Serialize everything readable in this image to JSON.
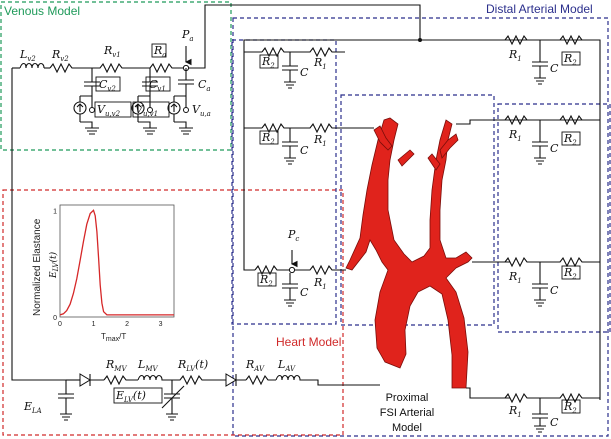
{
  "regions": {
    "venous": {
      "title": "Venous Model",
      "color": "#1f9a5a"
    },
    "distal": {
      "title": "Distal Arterial Model",
      "color": "#2b2f8c"
    },
    "heart": {
      "title": "Heart Model",
      "color": "#d02a2a"
    },
    "proximal": {
      "lines": [
        "Proximal",
        "FSI Arterial",
        "Model"
      ]
    }
  },
  "labels": {
    "Lv2": "L",
    "Lv2_sub": "v2",
    "Rv2": "R",
    "Rv2_sub": "v2",
    "Rv1": "R",
    "Rv1_sub": "v1",
    "Ra": "R",
    "Ra_sub": "a",
    "Pa": "P",
    "Pa_sub": "a",
    "Ca": "C",
    "Ca_sub": "a",
    "Cv2": "C",
    "Cv2_sub": "v2",
    "Cv1": "C",
    "Cv1_sub": "v1",
    "Vuv2": "V",
    "Vuv2_sub": "u,v2",
    "Vuv1": "V",
    "Vuv1_sub": "u,v1",
    "Vua": "V",
    "Vua_sub": "u,a",
    "R1": "R",
    "R1_sub": "1",
    "R2": "R",
    "R2_sub": "2",
    "C": "C",
    "Pc": "P",
    "Pc_sub": "c",
    "RMV": "R",
    "RMV_sub": "MV",
    "LMV": "L",
    "LMV_sub": "MV",
    "RLV": "R",
    "RLV_sub": "LV",
    "RLV_tail": "(t)",
    "RAV": "R",
    "RAV_sub": "AV",
    "LAV": "L",
    "LAV_sub": "AV",
    "ELA": "E",
    "ELA_sub": "LA",
    "ELV": "E",
    "ELV_sub": "LV",
    "ELV_tail": "(t)"
  },
  "chart_data": {
    "type": "line",
    "ylabel": "Normalized Elastance",
    "curve_label": "E_LV(t)",
    "xlabel": "T_max/T",
    "x_ticks": [
      "0",
      "1",
      "2",
      "3"
    ],
    "y_ticks": [
      "0",
      "1"
    ],
    "xlim": [
      0,
      3.4
    ],
    "ylim": [
      0,
      1.05
    ],
    "series": [
      {
        "color": "#d62728",
        "x": [
          0,
          0.1,
          0.2,
          0.3,
          0.4,
          0.5,
          0.6,
          0.7,
          0.8,
          0.9,
          1.0,
          1.05,
          1.1,
          1.15,
          1.2,
          1.25,
          1.3,
          1.4,
          1.6,
          2.0,
          2.5,
          3.0,
          3.4
        ],
        "y": [
          0.02,
          0.03,
          0.06,
          0.12,
          0.22,
          0.36,
          0.53,
          0.71,
          0.87,
          0.97,
          1.0,
          0.95,
          0.8,
          0.55,
          0.3,
          0.13,
          0.05,
          0.02,
          0.02,
          0.02,
          0.02,
          0.02,
          0.02
        ]
      }
    ]
  }
}
